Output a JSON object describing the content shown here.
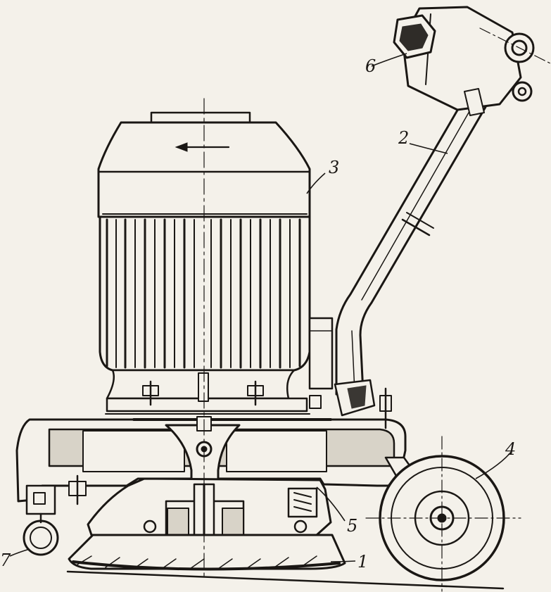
{
  "callouts": [
    {
      "id": "c1",
      "text": "1"
    },
    {
      "id": "c2",
      "text": "2"
    },
    {
      "id": "c3",
      "text": "3"
    },
    {
      "id": "c4",
      "text": "4"
    },
    {
      "id": "c5",
      "text": "5"
    },
    {
      "id": "c6",
      "text": "6"
    },
    {
      "id": "c7",
      "text": "7"
    }
  ],
  "colors": {
    "ink": "#1a1714",
    "paper": "#f4f1ea"
  }
}
